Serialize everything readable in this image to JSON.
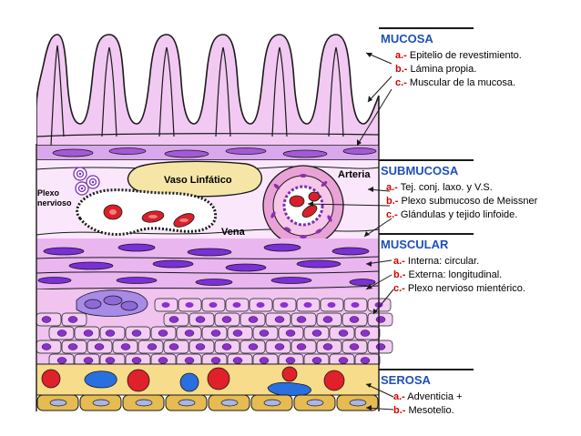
{
  "labels": {
    "vaso_linfatico": "Vaso Linfático",
    "arteria": "Arteria",
    "plexo_nervioso_1": "Plexo",
    "plexo_nervioso_2": "nervioso",
    "vena": "Vena"
  },
  "sections": [
    {
      "title": "MUCOSA",
      "items": [
        {
          "letter": "a.-",
          "text": " Epitelio de revestimiento."
        },
        {
          "letter": "b.-",
          "text": " Lámina propia."
        },
        {
          "letter": "c.-",
          "text": " Muscular de la mucosa."
        }
      ]
    },
    {
      "title": "SUBMUCOSA",
      "items": [
        {
          "letter": "a.-",
          "text": " Tej. conj. laxo. y V.S."
        },
        {
          "letter": "b.-",
          "text": " Plexo submucoso de Meissner"
        },
        {
          "letter": "c.-",
          "text": " Glándulas y tejido linfoide."
        }
      ]
    },
    {
      "title": "MUSCULAR",
      "items": [
        {
          "letter": "a.-",
          "text": " Interna: circular."
        },
        {
          "letter": "b.-",
          "text": " Externa: longitudinal."
        },
        {
          "letter": "c.-",
          "text": " Plexo nervioso mientérico."
        }
      ]
    },
    {
      "title": "SEROSA",
      "items": [
        {
          "letter": "a.-",
          "text": " Adventicia +"
        },
        {
          "letter": "b.-",
          "text": " Mesotelio."
        }
      ]
    }
  ],
  "colors": {
    "mucosa": "#f2c9f2",
    "muscle_band": "#7a2fd8",
    "serosa": "#f7dc8c",
    "rbc": "#e0202a",
    "blue_cell": "#2a6fe0",
    "title_blue": "#1f4fb8",
    "letter_red": "#d40000"
  }
}
